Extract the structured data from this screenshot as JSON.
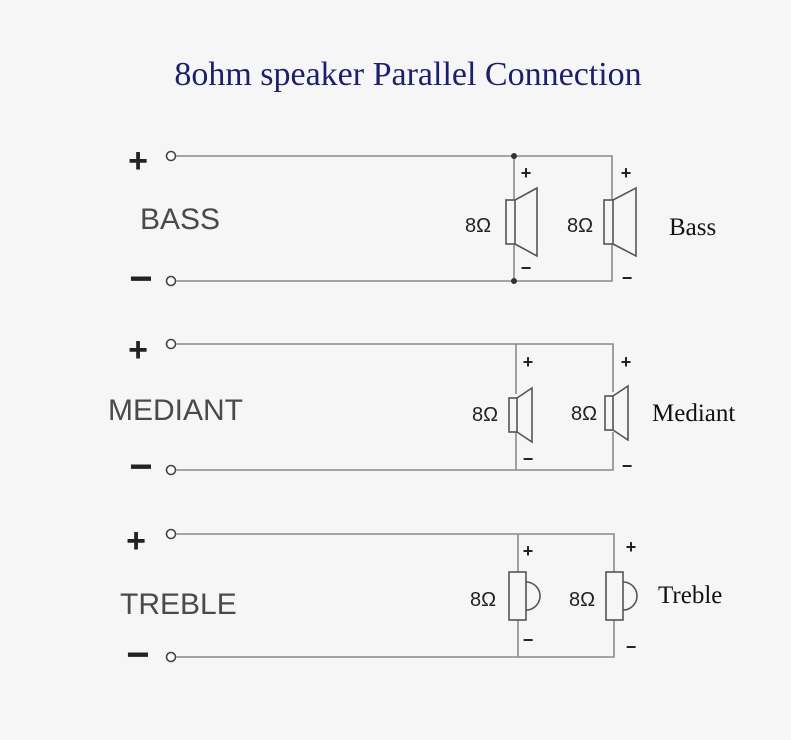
{
  "title": "8ohm speaker Parallel Connection",
  "sections": [
    {
      "label": "BASS",
      "speaker_label": "Bass",
      "plus_sign": "+",
      "minus_sign": "−",
      "speakers": [
        {
          "impedance": "8Ω",
          "plus": "+",
          "minus": "−",
          "type": "cone-woofer"
        },
        {
          "impedance": "8Ω",
          "plus": "+",
          "minus": "−",
          "type": "cone-woofer"
        }
      ]
    },
    {
      "label": "MEDIANT",
      "speaker_label": "Mediant",
      "plus_sign": "+",
      "minus_sign": "−",
      "speakers": [
        {
          "impedance": "8Ω",
          "plus": "+",
          "minus": "−",
          "type": "cone-midrange"
        },
        {
          "impedance": "8Ω",
          "plus": "+",
          "minus": "−",
          "type": "cone-midrange"
        }
      ]
    },
    {
      "label": "TREBLE",
      "speaker_label": "Treble",
      "plus_sign": "+",
      "minus_sign": "−",
      "speakers": [
        {
          "impedance": "8Ω",
          "plus": "+",
          "minus": "−",
          "type": "dome-tweeter"
        },
        {
          "impedance": "8Ω",
          "plus": "+",
          "minus": "−",
          "type": "dome-tweeter"
        }
      ]
    }
  ],
  "colors": {
    "title": "#1d1f6e",
    "wire": "#8a8a8a",
    "background": "#f6f6f6"
  }
}
